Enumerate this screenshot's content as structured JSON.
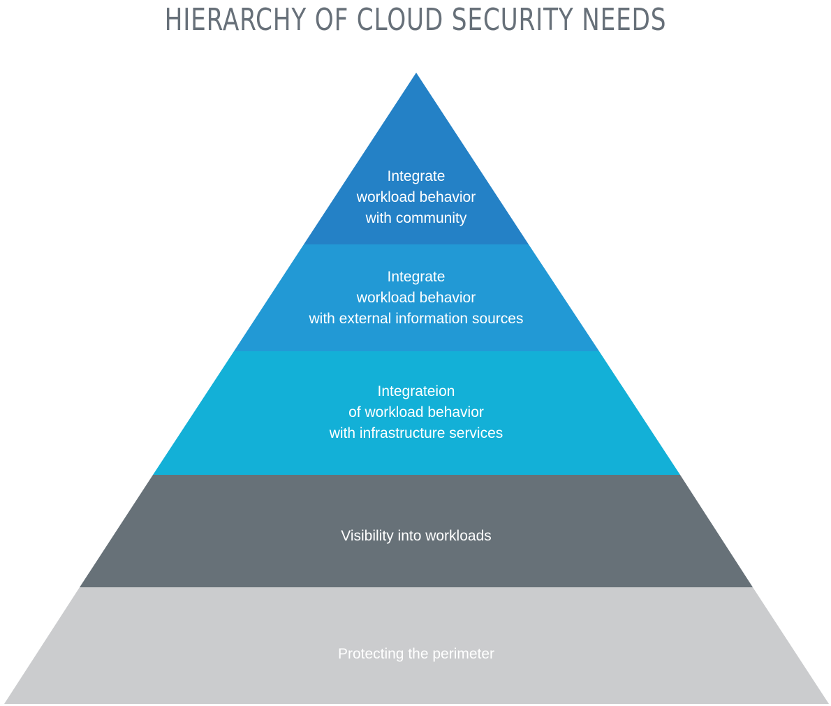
{
  "title": "HIERARCHY OF CLOUD SECURITY NEEDS",
  "tiers": [
    {
      "lines": [
        "Integrate",
        "workload behavior",
        "with community"
      ],
      "color": "#2481c6",
      "text_color": "#ffffff"
    },
    {
      "lines": [
        "Integrate",
        "workload behavior",
        "with external information sources"
      ],
      "color": "#2299d5",
      "text_color": "#ffffff"
    },
    {
      "lines": [
        "Integrateion",
        "of workload behavior",
        "with infrastructure services"
      ],
      "color": "#13b0d7",
      "text_color": "#ffffff"
    },
    {
      "lines": [
        "Visibility into workloads"
      ],
      "color": "#677178",
      "text_color": "#ffffff"
    },
    {
      "lines": [
        "Protecting the perimeter"
      ],
      "color": "#cbccce",
      "text_color": "#f4f4f5"
    }
  ]
}
